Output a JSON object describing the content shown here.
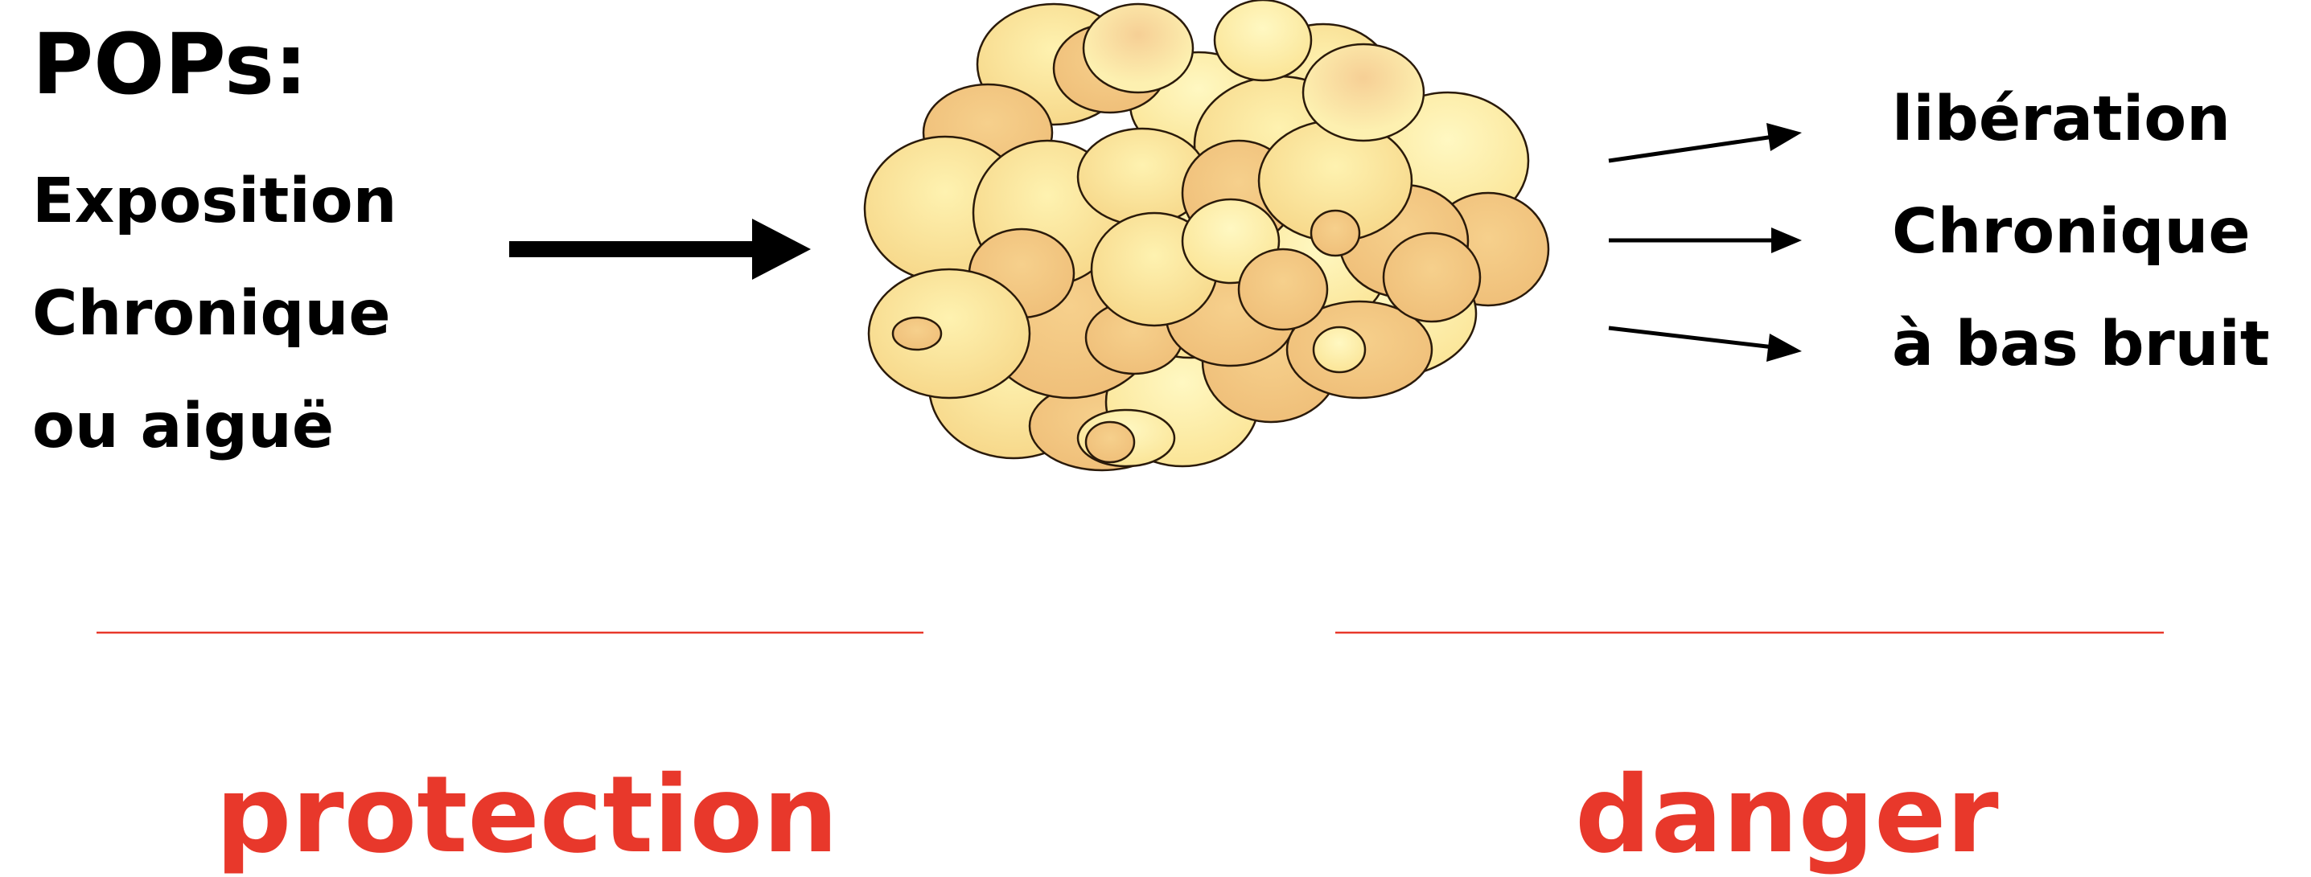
{
  "title": "POPs:",
  "exposure_lines": [
    "Exposition",
    "Chronique",
    "ou aiguë"
  ],
  "release_lines": [
    "libération",
    "Chronique",
    "à bas bruit"
  ],
  "bottom_labels": {
    "left": "protection",
    "right": "danger"
  },
  "colors": {
    "text": "#000000",
    "accent": "#e8382b",
    "cell_light": "#fcec9a",
    "cell_dark": "#f4c77e",
    "cell_outline": "#2a1a0a"
  },
  "icons": {
    "cluster": "fat-cell-cluster-icon",
    "arrow": "arrow-right-icon"
  }
}
